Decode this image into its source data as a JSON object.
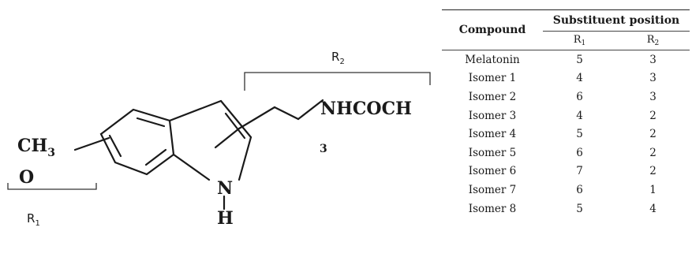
{
  "structure": {
    "ch3_label": "CH",
    "ch3_sub": "3",
    "o_label": "O",
    "r1_label": "R",
    "r1_sub": "1",
    "r2_label": "R",
    "r2_sub": "2",
    "nhcoch_label": "NHCOCH",
    "nhcoch_sub": "3",
    "n_label": "N",
    "h_label": "H"
  },
  "table": {
    "col_compound": "Compound",
    "col_group": "Substituent position",
    "sub_cols": [
      {
        "label": "R",
        "sub": "1"
      },
      {
        "label": "R",
        "sub": "2"
      }
    ],
    "rows": [
      {
        "compound": "Melatonin",
        "r1": "5",
        "r2": "3"
      },
      {
        "compound": "Isomer 1",
        "r1": "4",
        "r2": "3"
      },
      {
        "compound": "Isomer 2",
        "r1": "6",
        "r2": "3"
      },
      {
        "compound": "Isomer 3",
        "r1": "4",
        "r2": "2"
      },
      {
        "compound": "Isomer 4",
        "r1": "5",
        "r2": "2"
      },
      {
        "compound": "Isomer 5",
        "r1": "6",
        "r2": "2"
      },
      {
        "compound": "Isomer 6",
        "r1": "7",
        "r2": "2"
      },
      {
        "compound": "Isomer 7",
        "r1": "6",
        "r2": "1"
      },
      {
        "compound": "Isomer 8",
        "r1": "5",
        "r2": "4"
      }
    ]
  }
}
